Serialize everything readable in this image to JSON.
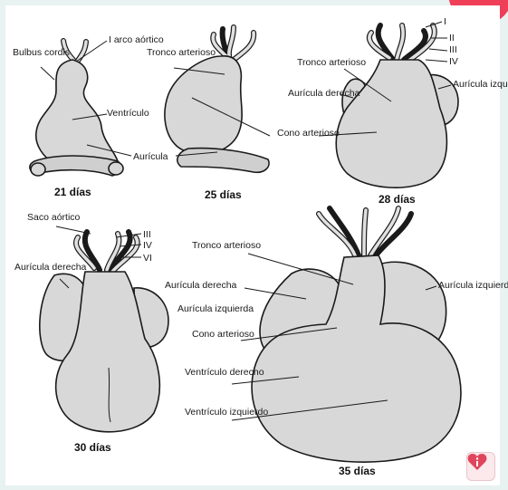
{
  "stages": [
    {
      "caption": "21 días",
      "labels": {
        "bulbus": "Bulbus cordis",
        "arco": "I arco aórtico",
        "ventriculo": "Ventrículo",
        "auricula": "Aurícula"
      }
    },
    {
      "caption": "25 días",
      "labels": {
        "tronco": "Tronco arterioso"
      }
    },
    {
      "caption": "28 días",
      "labels": {
        "tronco": "Tronco arterioso",
        "aur_der": "Aurícula derecha",
        "cono": "Cono arterioso",
        "aur_izq": "Aurícula izquierda",
        "arches": [
          "I",
          "II",
          "III",
          "IV"
        ]
      }
    },
    {
      "caption": "30 días",
      "labels": {
        "saco": "Saco aórtico",
        "aur_der": "Aurícula derecha",
        "arches": [
          "III",
          "IV",
          "VI"
        ]
      }
    },
    {
      "caption": "35 días",
      "labels": {
        "aur_izq": "Aurícula izquierda"
      }
    }
  ],
  "center_labels": {
    "tronco": "Tronco arterioso",
    "aur_der": "Aurícula derecha",
    "aur_izq": "Aurícula izquierda",
    "cono": "Cono arterioso",
    "vent_der": "Ventrículo derecho",
    "vent_izq": "Ventrículo izquierdo"
  },
  "info_icon": "heart-info-icon",
  "colors": {
    "accent": "#ef3e57",
    "background": "#e7f2f1"
  }
}
